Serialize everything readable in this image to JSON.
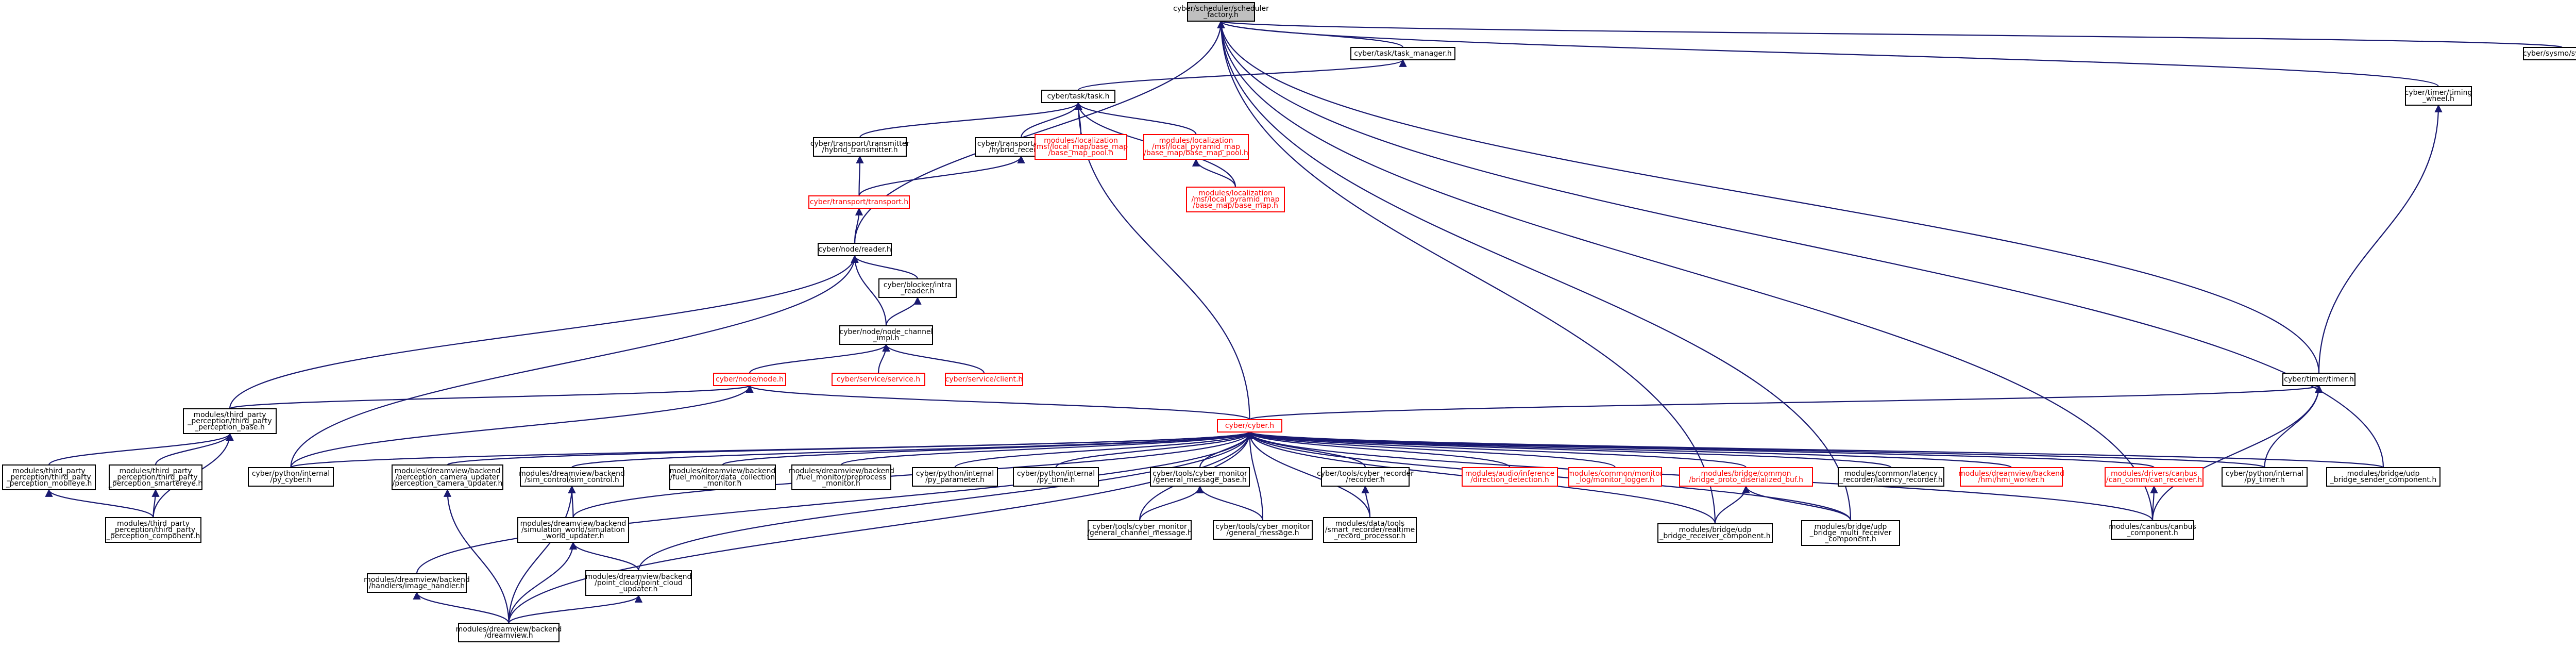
{
  "graph": {
    "title": "cyber/scheduler/scheduler_factory.h",
    "colors": {
      "edge": "#191970",
      "node_border": "#000000",
      "node_border_link_missing": "#ff0000",
      "root_fill": "#bfbfbf"
    },
    "nodes": [
      {
        "id": "n0",
        "lines": [
          "cyber/scheduler/scheduler",
          "_factory.h"
        ],
        "root": true
      },
      {
        "id": "n1",
        "lines": [
          "cyber/task/task_manager.h"
        ]
      },
      {
        "id": "n2",
        "lines": [
          "cyber/sysmo/sysmo.h"
        ]
      },
      {
        "id": "n3",
        "lines": [
          "cyber/timer/timing",
          "_wheel.h"
        ]
      },
      {
        "id": "n4",
        "lines": [
          "cyber/task/task.h"
        ]
      },
      {
        "id": "n5",
        "lines": [
          "cyber/transport/transmitter",
          "/hybrid_transmitter.h"
        ]
      },
      {
        "id": "n6",
        "lines": [
          "cyber/transport/receiver",
          "/hybrid_receiver.h"
        ]
      },
      {
        "id": "n7",
        "lines": [
          "modules/localization",
          "/msf/local_map/base_map",
          "/base_map_pool.h"
        ],
        "red": true
      },
      {
        "id": "n8",
        "lines": [
          "modules/localization",
          "/msf/local_pyramid_map",
          "/base_map/base_map_pool.h"
        ],
        "red": true
      },
      {
        "id": "n9",
        "lines": [
          "modules/localization",
          "/msf/local_pyramid_map",
          "/base_map/base_map.h"
        ],
        "red": true
      },
      {
        "id": "n10",
        "lines": [
          "cyber/transport/transport.h"
        ],
        "red": true
      },
      {
        "id": "n11",
        "lines": [
          "cyber/node/reader.h"
        ]
      },
      {
        "id": "n12",
        "lines": [
          "cyber/blocker/intra",
          "_reader.h"
        ]
      },
      {
        "id": "n13",
        "lines": [
          "cyber/node/node_channel",
          "_impl.h"
        ]
      },
      {
        "id": "n14",
        "lines": [
          "cyber/node/node.h"
        ],
        "red": true
      },
      {
        "id": "n15",
        "lines": [
          "cyber/service/service.h"
        ],
        "red": true
      },
      {
        "id": "n16",
        "lines": [
          "cyber/service/client.h"
        ],
        "red": true
      },
      {
        "id": "n17",
        "lines": [
          "cyber/timer/timer.h"
        ]
      },
      {
        "id": "n18",
        "lines": [
          "modules/third_party",
          "_perception/third_party",
          "_perception_base.h"
        ]
      },
      {
        "id": "n19",
        "lines": [
          "cyber/cyber.h"
        ],
        "red": true
      },
      {
        "id": "n20",
        "lines": [
          "modules/third_party",
          "_perception/third_party",
          "_perception_mobileye.h"
        ]
      },
      {
        "id": "n21",
        "lines": [
          "modules/third_party",
          "_perception/third_party",
          "_perception_smartereye.h"
        ]
      },
      {
        "id": "n22",
        "lines": [
          "modules/third_party",
          "_perception/third_party",
          "_perception_component.h"
        ]
      },
      {
        "id": "n23",
        "lines": [
          "cyber/python/internal",
          "/py_cyber.h"
        ]
      },
      {
        "id": "n24",
        "lines": [
          "modules/dreamview/backend",
          "/perception_camera_updater",
          "/perception_camera_updater.h"
        ]
      },
      {
        "id": "n25",
        "lines": [
          "modules/dreamview/backend",
          "/sim_control/sim_control.h"
        ]
      },
      {
        "id": "n26",
        "lines": [
          "modules/dreamview/backend",
          "/fuel_monitor/data_collection",
          "_monitor.h"
        ]
      },
      {
        "id": "n27",
        "lines": [
          "modules/dreamview/backend",
          "/fuel_monitor/preprocess",
          "_monitor.h"
        ]
      },
      {
        "id": "n28",
        "lines": [
          "cyber/python/internal",
          "/py_parameter.h"
        ]
      },
      {
        "id": "n29",
        "lines": [
          "cyber/python/internal",
          "/py_time.h"
        ]
      },
      {
        "id": "n30",
        "lines": [
          "cyber/tools/cyber_monitor",
          "/general_message_base.h"
        ]
      },
      {
        "id": "n31",
        "lines": [
          "cyber/tools/cyber_recorder",
          "/recorder.h"
        ]
      },
      {
        "id": "n32",
        "lines": [
          "modules/audio/inference",
          "/direction_detection.h"
        ],
        "red": true
      },
      {
        "id": "n33",
        "lines": [
          "modules/common/monitor",
          "_log/monitor_logger.h"
        ],
        "red": true
      },
      {
        "id": "n34",
        "lines": [
          "modules/bridge/common",
          "/bridge_proto_diserialized_buf.h"
        ],
        "red": true
      },
      {
        "id": "n35",
        "lines": [
          "modules/common/latency",
          "_recorder/latency_recorder.h"
        ]
      },
      {
        "id": "n36",
        "lines": [
          "modules/dreamview/backend",
          "/hmi/hmi_worker.h"
        ],
        "red": true
      },
      {
        "id": "n37",
        "lines": [
          "modules/drivers/canbus",
          "/can_comm/can_receiver.h"
        ],
        "red": true
      },
      {
        "id": "n38",
        "lines": [
          "cyber/python/internal",
          "/py_timer.h"
        ]
      },
      {
        "id": "n39",
        "lines": [
          "modules/bridge/udp",
          "_bridge_sender_component.h"
        ]
      },
      {
        "id": "n40",
        "lines": [
          "modules/dreamview/backend",
          "/simulation_world/simulation",
          "_world_updater.h"
        ]
      },
      {
        "id": "n41",
        "lines": [
          "cyber/tools/cyber_monitor",
          "/general_channel_message.h"
        ]
      },
      {
        "id": "n42",
        "lines": [
          "cyber/tools/cyber_monitor",
          "/general_message.h"
        ]
      },
      {
        "id": "n43",
        "lines": [
          "modules/data/tools",
          "/smart_recorder/realtime",
          "_record_processor.h"
        ]
      },
      {
        "id": "n44",
        "lines": [
          "modules/bridge/udp",
          "_bridge_receiver_component.h"
        ]
      },
      {
        "id": "n45",
        "lines": [
          "modules/bridge/udp",
          "_bridge_multi_receiver",
          "_component.h"
        ]
      },
      {
        "id": "n46",
        "lines": [
          "modules/canbus/canbus",
          "_component.h"
        ]
      },
      {
        "id": "n47",
        "lines": [
          "modules/dreamview/backend",
          "/handlers/image_handler.h"
        ]
      },
      {
        "id": "n48",
        "lines": [
          "modules/dreamview/backend",
          "/point_cloud/point_cloud",
          "_updater.h"
        ]
      },
      {
        "id": "n49",
        "lines": [
          "modules/dreamview/backend",
          "/dreamview.h"
        ]
      }
    ],
    "edges": [
      [
        "n1",
        "n0"
      ],
      [
        "n2",
        "n0"
      ],
      [
        "n3",
        "n0"
      ],
      [
        "n11",
        "n0"
      ],
      [
        "n17",
        "n0"
      ],
      [
        "n39",
        "n0"
      ],
      [
        "n44",
        "n0"
      ],
      [
        "n45",
        "n0"
      ],
      [
        "n46",
        "n0"
      ],
      [
        "n4",
        "n1"
      ],
      [
        "n17",
        "n3"
      ],
      [
        "n5",
        "n4"
      ],
      [
        "n6",
        "n4"
      ],
      [
        "n7",
        "n4"
      ],
      [
        "n8",
        "n4"
      ],
      [
        "n9",
        "n4"
      ],
      [
        "n19",
        "n4"
      ],
      [
        "n10",
        "n5"
      ],
      [
        "n10",
        "n6"
      ],
      [
        "n9",
        "n8"
      ],
      [
        "n11",
        "n10"
      ],
      [
        "n12",
        "n11"
      ],
      [
        "n13",
        "n11"
      ],
      [
        "n18",
        "n11"
      ],
      [
        "n23",
        "n11"
      ],
      [
        "n13",
        "n12"
      ],
      [
        "n14",
        "n13"
      ],
      [
        "n15",
        "n13"
      ],
      [
        "n16",
        "n13"
      ],
      [
        "n18",
        "n14"
      ],
      [
        "n19",
        "n14"
      ],
      [
        "n23",
        "n14"
      ],
      [
        "n19",
        "n17"
      ],
      [
        "n38",
        "n17"
      ],
      [
        "n46",
        "n17"
      ],
      [
        "n20",
        "n18"
      ],
      [
        "n21",
        "n18"
      ],
      [
        "n22",
        "n18"
      ],
      [
        "n22",
        "n20"
      ],
      [
        "n22",
        "n21"
      ],
      [
        "n23",
        "n19"
      ],
      [
        "n24",
        "n19"
      ],
      [
        "n25",
        "n19"
      ],
      [
        "n26",
        "n19"
      ],
      [
        "n27",
        "n19"
      ],
      [
        "n28",
        "n19"
      ],
      [
        "n29",
        "n19"
      ],
      [
        "n30",
        "n19"
      ],
      [
        "n31",
        "n19"
      ],
      [
        "n32",
        "n19"
      ],
      [
        "n33",
        "n19"
      ],
      [
        "n34",
        "n19"
      ],
      [
        "n35",
        "n19"
      ],
      [
        "n36",
        "n19"
      ],
      [
        "n37",
        "n19"
      ],
      [
        "n38",
        "n19"
      ],
      [
        "n39",
        "n19"
      ],
      [
        "n40",
        "n19"
      ],
      [
        "n41",
        "n19"
      ],
      [
        "n42",
        "n19"
      ],
      [
        "n43",
        "n19"
      ],
      [
        "n44",
        "n19"
      ],
      [
        "n45",
        "n19"
      ],
      [
        "n46",
        "n19"
      ],
      [
        "n47",
        "n19"
      ],
      [
        "n48",
        "n19"
      ],
      [
        "n49",
        "n19"
      ],
      [
        "n49",
        "n24"
      ],
      [
        "n40",
        "n25"
      ],
      [
        "n49",
        "n25"
      ],
      [
        "n41",
        "n30"
      ],
      [
        "n42",
        "n30"
      ],
      [
        "n43",
        "n31"
      ],
      [
        "n44",
        "n34"
      ],
      [
        "n45",
        "n34"
      ],
      [
        "n46",
        "n37"
      ],
      [
        "n48",
        "n40"
      ],
      [
        "n49",
        "n40"
      ],
      [
        "n49",
        "n47"
      ],
      [
        "n49",
        "n48"
      ]
    ]
  }
}
